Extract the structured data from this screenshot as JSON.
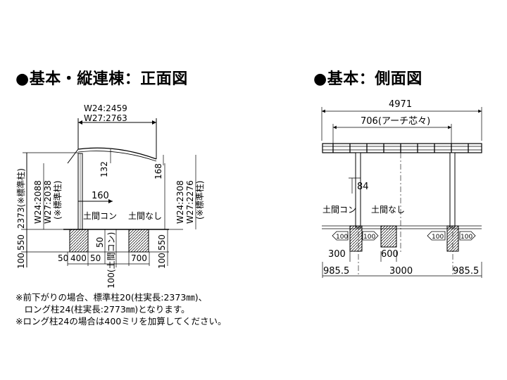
{
  "front": {
    "title": "●基本・縦連棟：正面図",
    "width_w24": "W24:2459",
    "width_w27": "W27:2763",
    "dim_132": "132",
    "dim_168": "168",
    "dim_160": "160",
    "left_height": "2373(※標準柱)",
    "left_w24": "W24:2088",
    "left_w27": "W27:2038",
    "left_std": "(※標準柱)",
    "right_w24": "W24:2308",
    "right_w27": "W27:2276",
    "right_std": "(※標準柱)",
    "label_doma_con": "土間コン",
    "label_doma_nashi": "土間なし",
    "dim_550_left": "550",
    "dim_100_left": "100",
    "dim_50_a": "50",
    "dim_400": "400",
    "dim_50_b": "50",
    "dim_50_c": "50",
    "dim_100_doma": "100(土間コン)",
    "dim_700": "700",
    "dim_550_right": "550",
    "dim_100_right": "100"
  },
  "side": {
    "title": "●基本：側面図",
    "dim_4971": "4971",
    "dim_706": "706(アーチ芯々)",
    "dim_84": "84",
    "label_doma_con": "土間コン",
    "label_doma_nashi": "土間なし",
    "dim_100_1": "100",
    "dim_100_2": "100",
    "dim_100_3": "100",
    "dim_100_4": "100",
    "dim_300": "300",
    "dim_600": "600",
    "dim_985_left": "985.5",
    "dim_3000": "3000",
    "dim_985_right": "985.5"
  },
  "notes": {
    "line1": "※前下がりの場合、標準柱20(柱実長:2373㎜)、",
    "line2": "　ロング柱24(柱実長:2773㎜)となります。",
    "line3": "※ロング柱24の場合は400ミリを加算してください。"
  }
}
